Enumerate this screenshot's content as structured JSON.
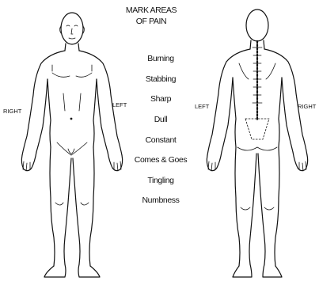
{
  "title": {
    "line1": "MARK AREAS",
    "line2": "OF PAIN"
  },
  "pain_types": [
    "Burning",
    "Stabbing",
    "Sharp",
    "Dull",
    "Constant",
    "Comes & Goes",
    "Tingling",
    "Numbness"
  ],
  "front_labels": {
    "right": "RIGHT",
    "left": "LEFT"
  },
  "back_labels": {
    "left": "LEFT",
    "right": "RIGHT"
  }
}
